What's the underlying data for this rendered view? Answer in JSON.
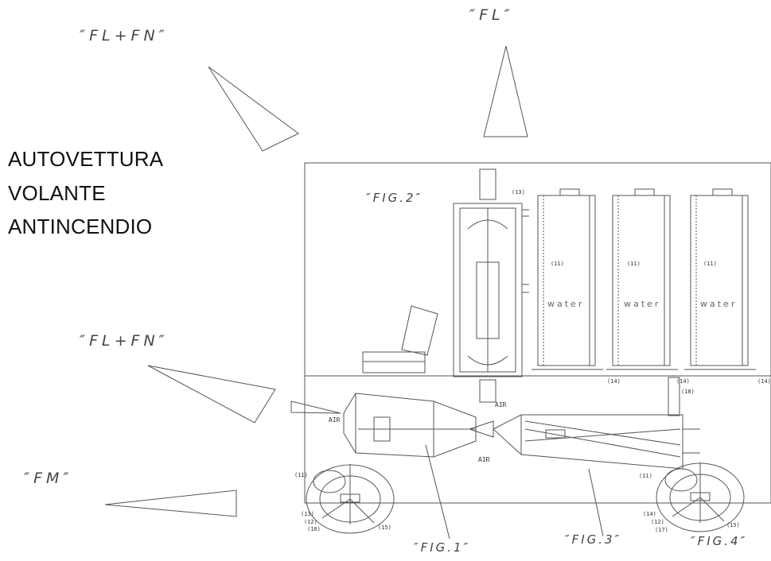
{
  "title": {
    "line1": "AUTOVETTURA",
    "line2": "VOLANTE",
    "line3": "ANTINCENDIO"
  },
  "forces": {
    "fl_top": "″FL″",
    "fl_fn_top": "″FL+FN″",
    "fl_fn_mid": "″FL+FN″",
    "fm": "″FM″"
  },
  "figures": {
    "fig1": "″FIG.1″",
    "fig2": "″FIG.2″",
    "fig3": "″FIG.3″",
    "fig4": "″FIG.4″"
  },
  "labels": {
    "air": "AIR",
    "water": "water",
    "tank_ref": "(11)",
    "l13": "(13)",
    "l14": "(14)",
    "l18": "(18)",
    "l11": "(11)",
    "l12": "(12)",
    "l15": "(15)",
    "l16": "(16)",
    "l17": "(17)"
  }
}
